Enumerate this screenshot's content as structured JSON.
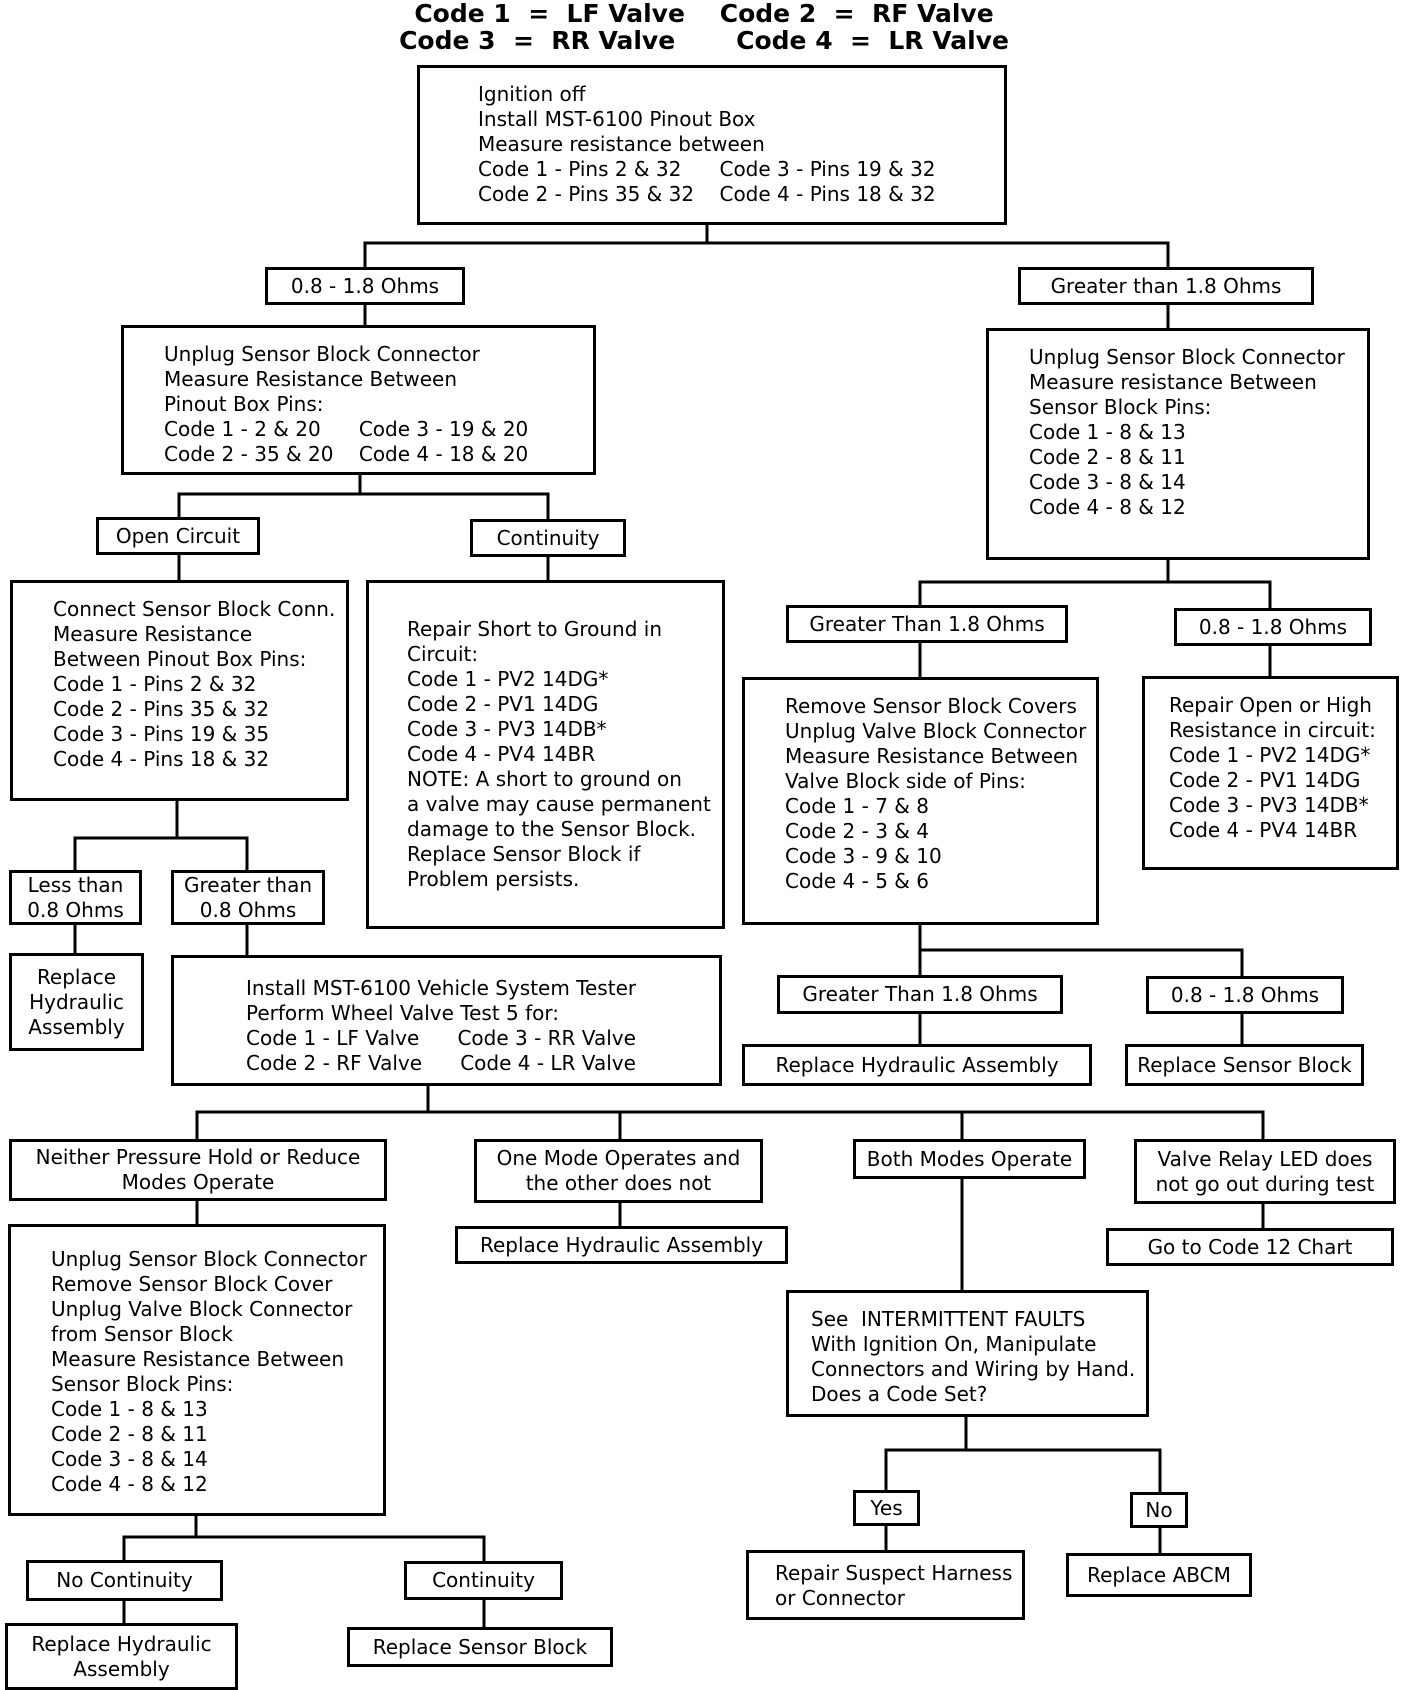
{
  "header": {
    "line1": "Code 1  =  LF Valve    Code 2  =  RF Valve",
    "line2": "Code 3  =  RR Valve       Code 4  =  LR Valve"
  },
  "steps": {
    "start": "Ignition off\nInstall MST-6100 Pinout Box\nMeasure resistance between\nCode 1 - Pins 2 & 32      Code 3 - Pins 19 & 32\nCode 2 - Pins 35 & 32    Code 4 - Pins 18 & 32",
    "left_range": "0.8 - 1.8 Ohms",
    "right_range": "Greater than 1.8 Ohms",
    "left_check": "Unplug Sensor Block Connector\nMeasure Resistance Between\nPinout Box Pins:\nCode 1 - 2 & 20      Code 3 - 19 & 20\nCode 2 - 35 & 20    Code 4 - 18 & 20",
    "right_check": "Unplug Sensor Block Connector\nMeasure resistance Between\nSensor Block Pins:\nCode 1 - 8 & 13\nCode 2 - 8 & 11\nCode 3 - 8 & 14\nCode 4 - 8 & 12",
    "open_circuit": "Open Circuit",
    "continuity": "Continuity",
    "connect_sensor": "Connect Sensor Block Conn.\nMeasure Resistance\nBetween Pinout Box Pins:\nCode 1 - Pins 2 & 32\nCode 2 - Pins 35 & 32\nCode 3 - Pins 19 & 35\nCode 4 - Pins 18 & 32",
    "repair_short": "Repair Short to Ground in\nCircuit:\nCode 1 - PV2 14DG*\nCode 2 - PV1 14DG\nCode 3 - PV3 14DB*\nCode 4 - PV4 14BR\nNOTE: A short to ground on\na valve may cause permanent\ndamage to the Sensor Block.\nReplace Sensor Block if\nProblem persists.",
    "right_gt": "Greater Than 1.8 Ohms",
    "right_range2": "0.8 - 1.8 Ohms",
    "remove_covers": "Remove Sensor Block Covers\nUnplug Valve Block Connector\nMeasure Resistance Between\nValve Block side of Pins:\nCode 1 - 7 & 8\nCode 2 - 3 & 4\nCode 3 - 9 & 10\nCode 4 - 5 & 6",
    "repair_open": "Repair Open or High\nResistance in circuit:\nCode 1 - PV2 14DG*\nCode 2 - PV1 14DG\nCode 3 - PV3 14DB*\nCode 4 - PV4 14BR",
    "less_than": "Less than\n0.8 Ohms",
    "greater_than": "Greater than\n0.8 Ohms",
    "replace_hyd_small": "Replace\nHydraulic\nAssembly",
    "install_tester": "Install MST-6100 Vehicle System Tester\nPerform Wheel Valve Test 5 for:\nCode 1 - LF Valve      Code 3 - RR Valve\nCode 2 - RF Valve      Code 4 - LR Valve",
    "gt_18b": "Greater Than 1.8 Ohms",
    "range_08b": "0.8 - 1.8 Ohms",
    "replace_hyd_right": "Replace Hydraulic Assembly",
    "replace_sensor_right": "Replace Sensor Block",
    "neither": "Neither Pressure Hold or Reduce\nModes Operate",
    "one_mode": "One Mode Operates and\nthe other does not",
    "both_modes": "Both Modes Operate",
    "valve_relay": "Valve Relay LED does\nnot go out during test",
    "replace_hyd_mid": "Replace Hydraulic Assembly",
    "go_code12": "Go to Code 12 Chart",
    "unplug_bottom": "Unplug Sensor Block Connector\nRemove Sensor Block Cover\nUnplug Valve Block Connector\nfrom Sensor Block\nMeasure Resistance Between\nSensor Block Pins:\nCode 1 - 8 & 13\nCode 2 - 8 & 11\nCode 3 - 8 & 14\nCode 4 - 8 & 12",
    "intermittent": "See  INTERMITTENT FAULTS\nWith Ignition On, Manipulate\nConnectors and Wiring by Hand.\nDoes a Code Set?",
    "yes": "Yes",
    "no": "No",
    "repair_harness": "Repair Suspect Harness\nor Connector",
    "replace_abcm": "Replace ABCM",
    "no_continuity": "No Continuity",
    "continuity_bottom": "Continuity",
    "replace_hyd_bottom": "Replace Hydraulic\nAssembly",
    "replace_sensor_bottom": "Replace Sensor Block"
  }
}
